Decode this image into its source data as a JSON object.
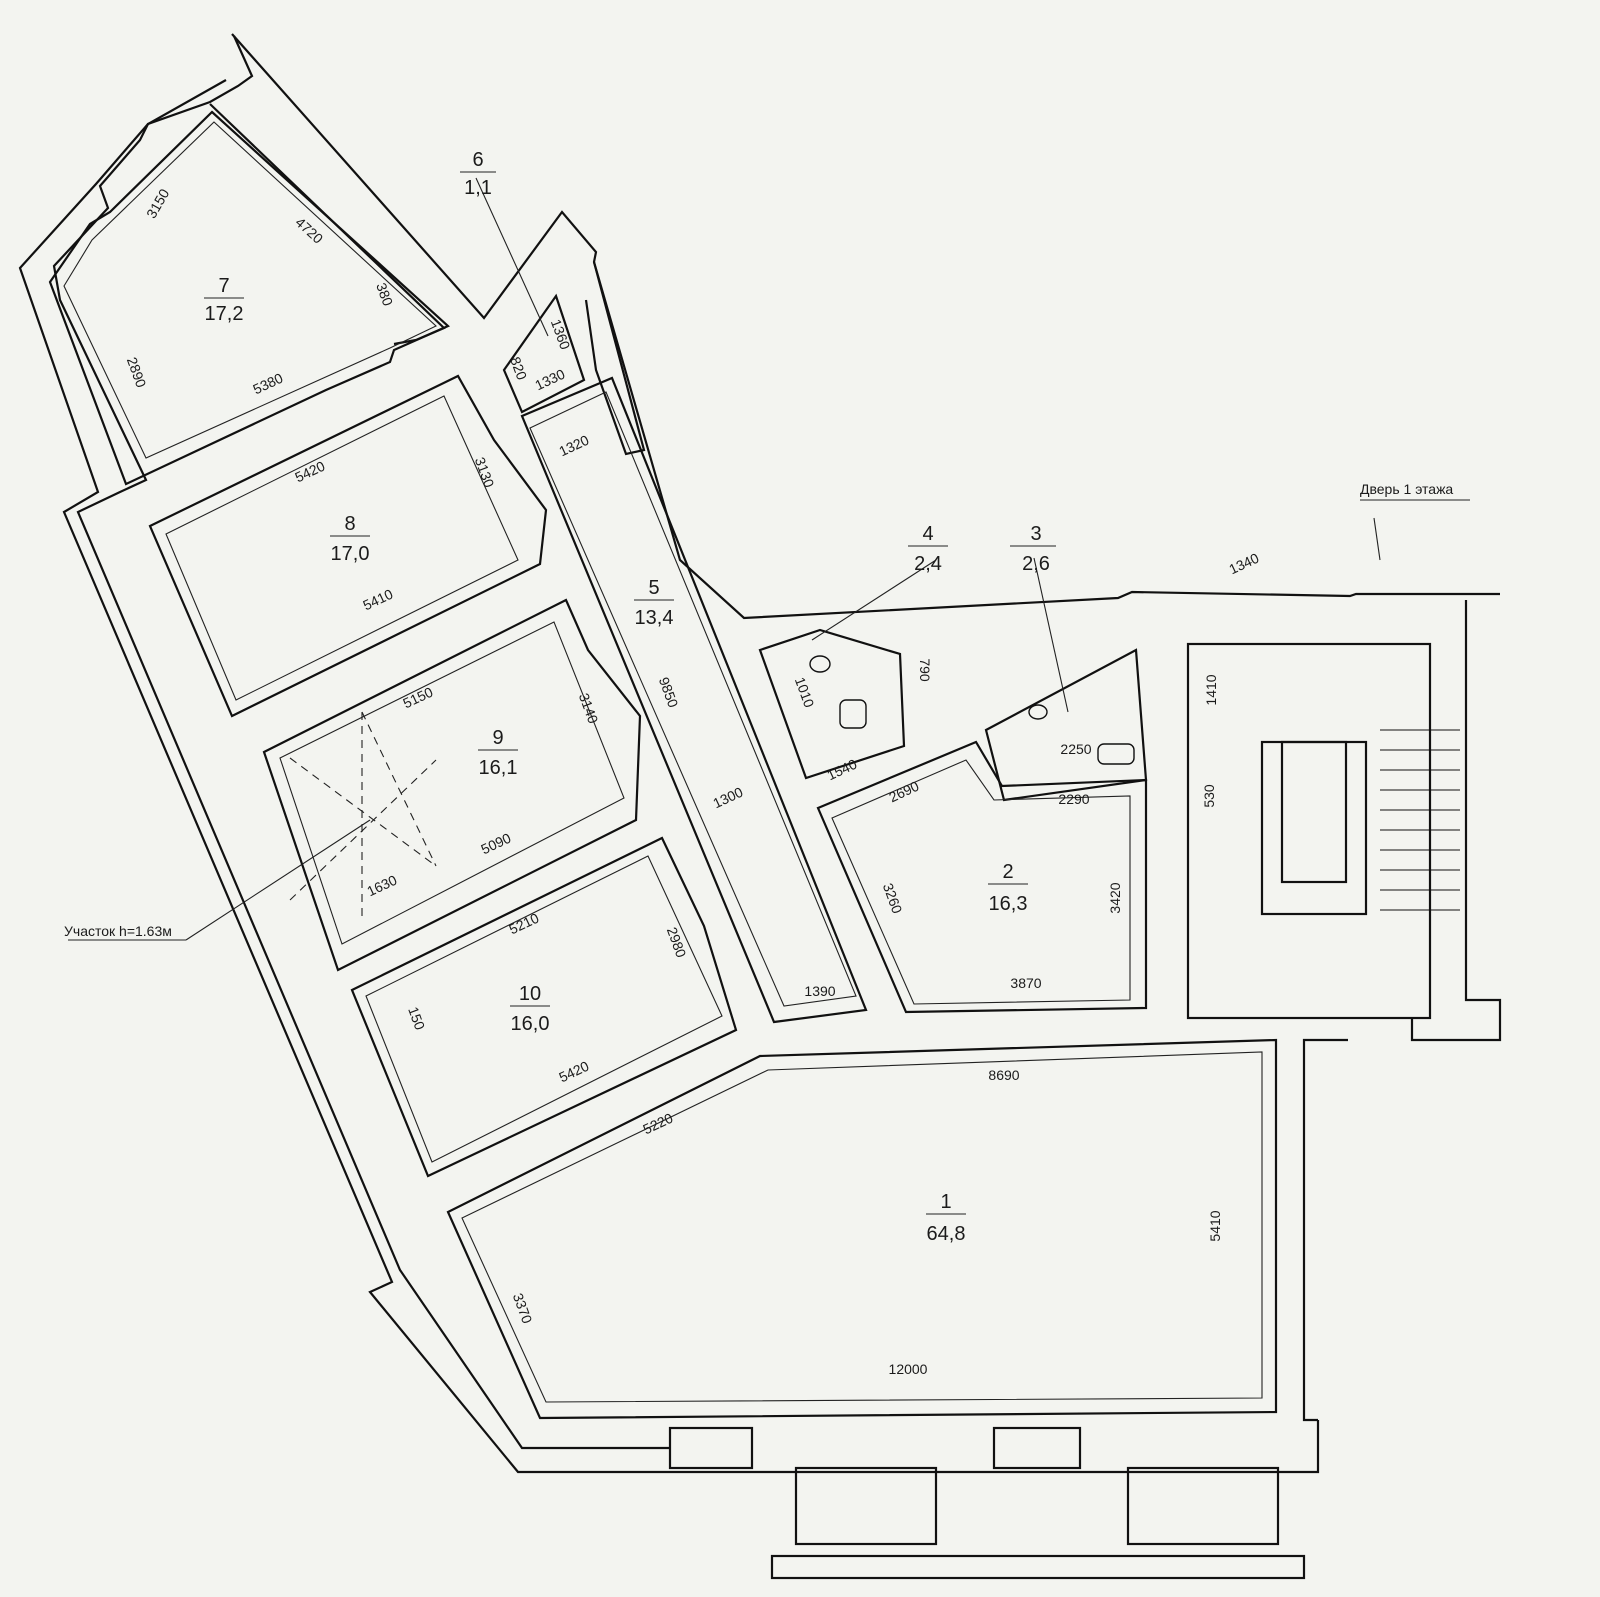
{
  "rooms": [
    {
      "id": "1",
      "area": "64,8"
    },
    {
      "id": "2",
      "area": "16,3"
    },
    {
      "id": "3",
      "area": "2,6"
    },
    {
      "id": "4",
      "area": "2,4"
    },
    {
      "id": "5",
      "area": "13,4"
    },
    {
      "id": "6",
      "area": "1,1"
    },
    {
      "id": "7",
      "area": "17,2"
    },
    {
      "id": "8",
      "area": "17,0"
    },
    {
      "id": "9",
      "area": "16,1"
    },
    {
      "id": "10",
      "area": "16,0"
    }
  ],
  "dimensions": {
    "r7_a": "3150",
    "r7_b": "4720",
    "r7_c": "380",
    "r7_d": "2890",
    "r7_e": "5380",
    "r6_a": "1360",
    "r6_b": "820",
    "r6_c": "1330",
    "r5_a": "1320",
    "r5_b": "9850",
    "r5_c": "1300",
    "r5_d": "1390",
    "r8_a": "5420",
    "r8_b": "3130",
    "r8_c": "5410",
    "r9_a": "5150",
    "r9_b": "3140",
    "r9_c": "5090",
    "r9_d": "1630",
    "r10_a": "5210",
    "r10_b": "2980",
    "r10_c": "150",
    "r10_d": "5420",
    "r4_a": "1010",
    "r4_b": "790",
    "r4_c": "1540",
    "r3_a": "1340",
    "r3_b": "2250",
    "r3_c": "2290",
    "r2_a": "2690",
    "r2_b": "3260",
    "r2_c": "3420",
    "r2_d": "3870",
    "st_a": "1410",
    "st_b": "530",
    "r1_a": "8690",
    "r1_b": "5220",
    "r1_c": "5410",
    "r1_d": "3370",
    "r1_e": "12000"
  },
  "notes": {
    "door_label": "Дверь 1 этажа",
    "zone_label": "Участок h=1.63м"
  }
}
